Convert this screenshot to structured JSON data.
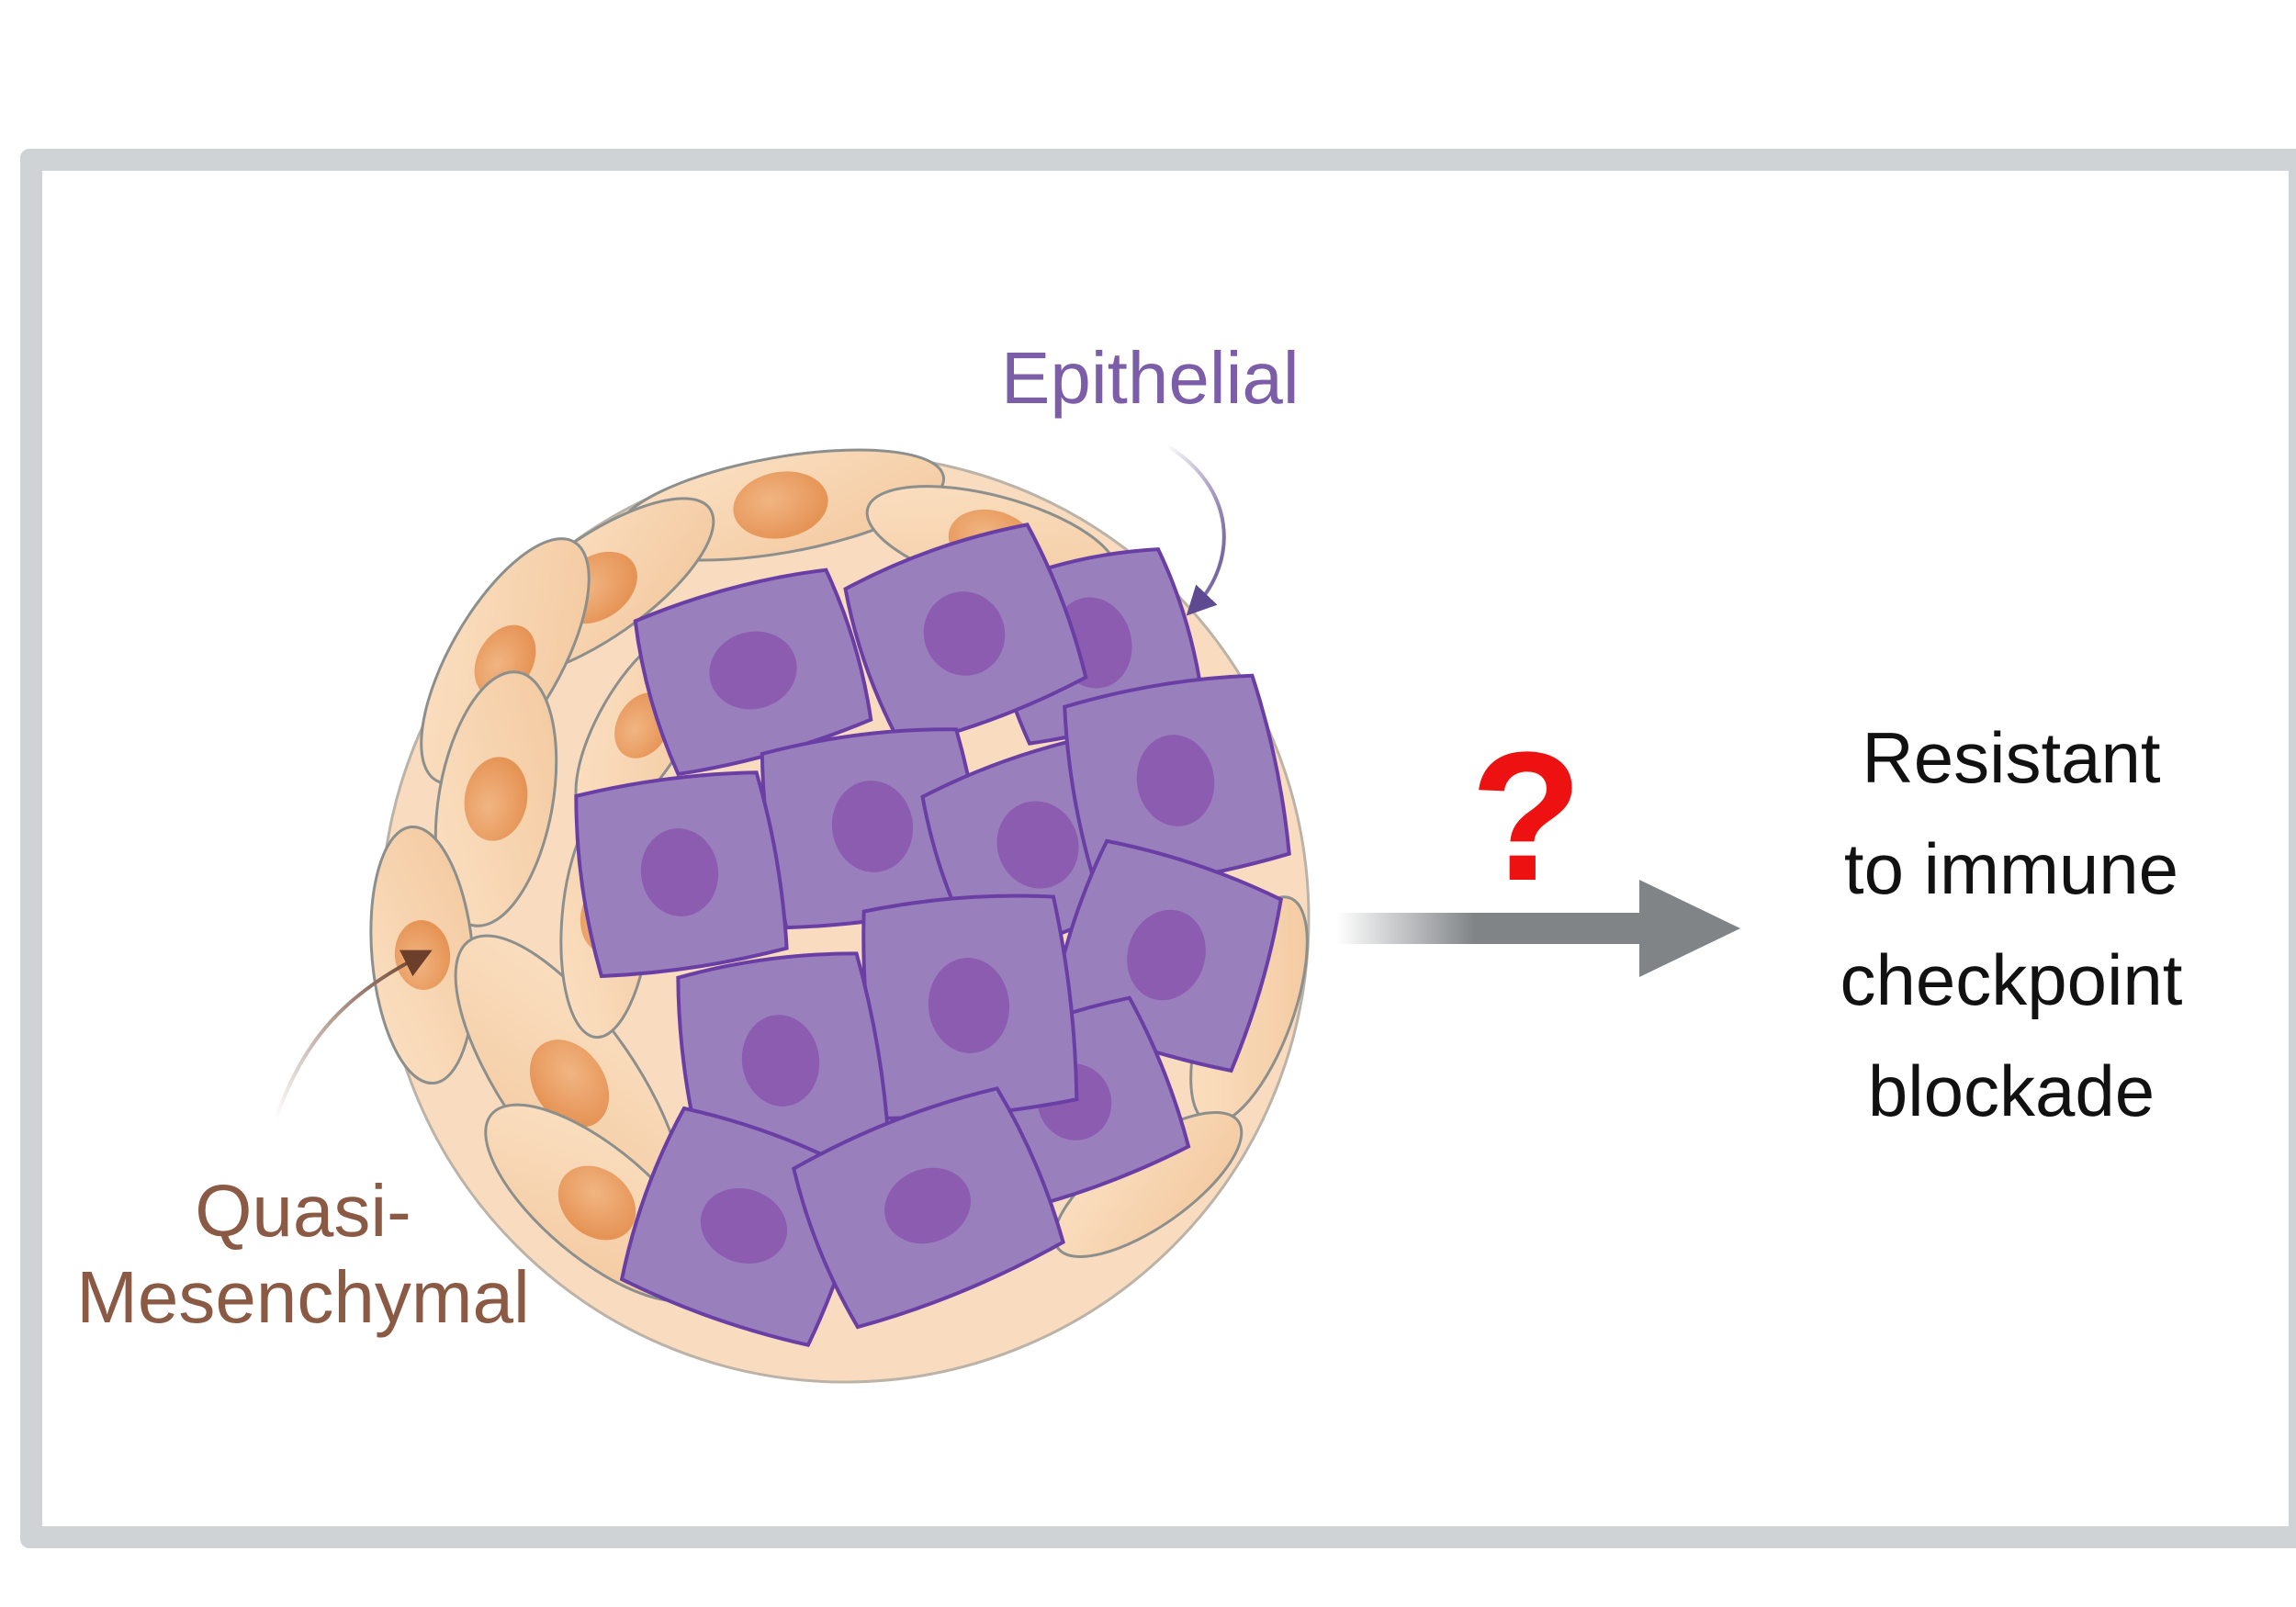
{
  "labels": {
    "epithelial": "Epithelial",
    "quasi_line1": "Quasi-",
    "quasi_line2": "Mesenchymal",
    "question_mark": "?",
    "outcome_line1": "Resistant",
    "outcome_line2": "to immune",
    "outcome_line3": "checkpoint",
    "outcome_line4": "blockade"
  },
  "colors": {
    "frame": "#cfd3d6",
    "epithelial": "#7b5ea7",
    "epithelial_cell": "#9a7fbd",
    "epithelial_nucleus": "#8b5cb0",
    "mesenchymal_text": "#8b5a44",
    "mesenchymal_cell": "#f7d3ae",
    "mesenchymal_nucleus": "#eea46a",
    "question": "#ee1111",
    "arrow": "#808487",
    "outcome_text": "#111111"
  }
}
